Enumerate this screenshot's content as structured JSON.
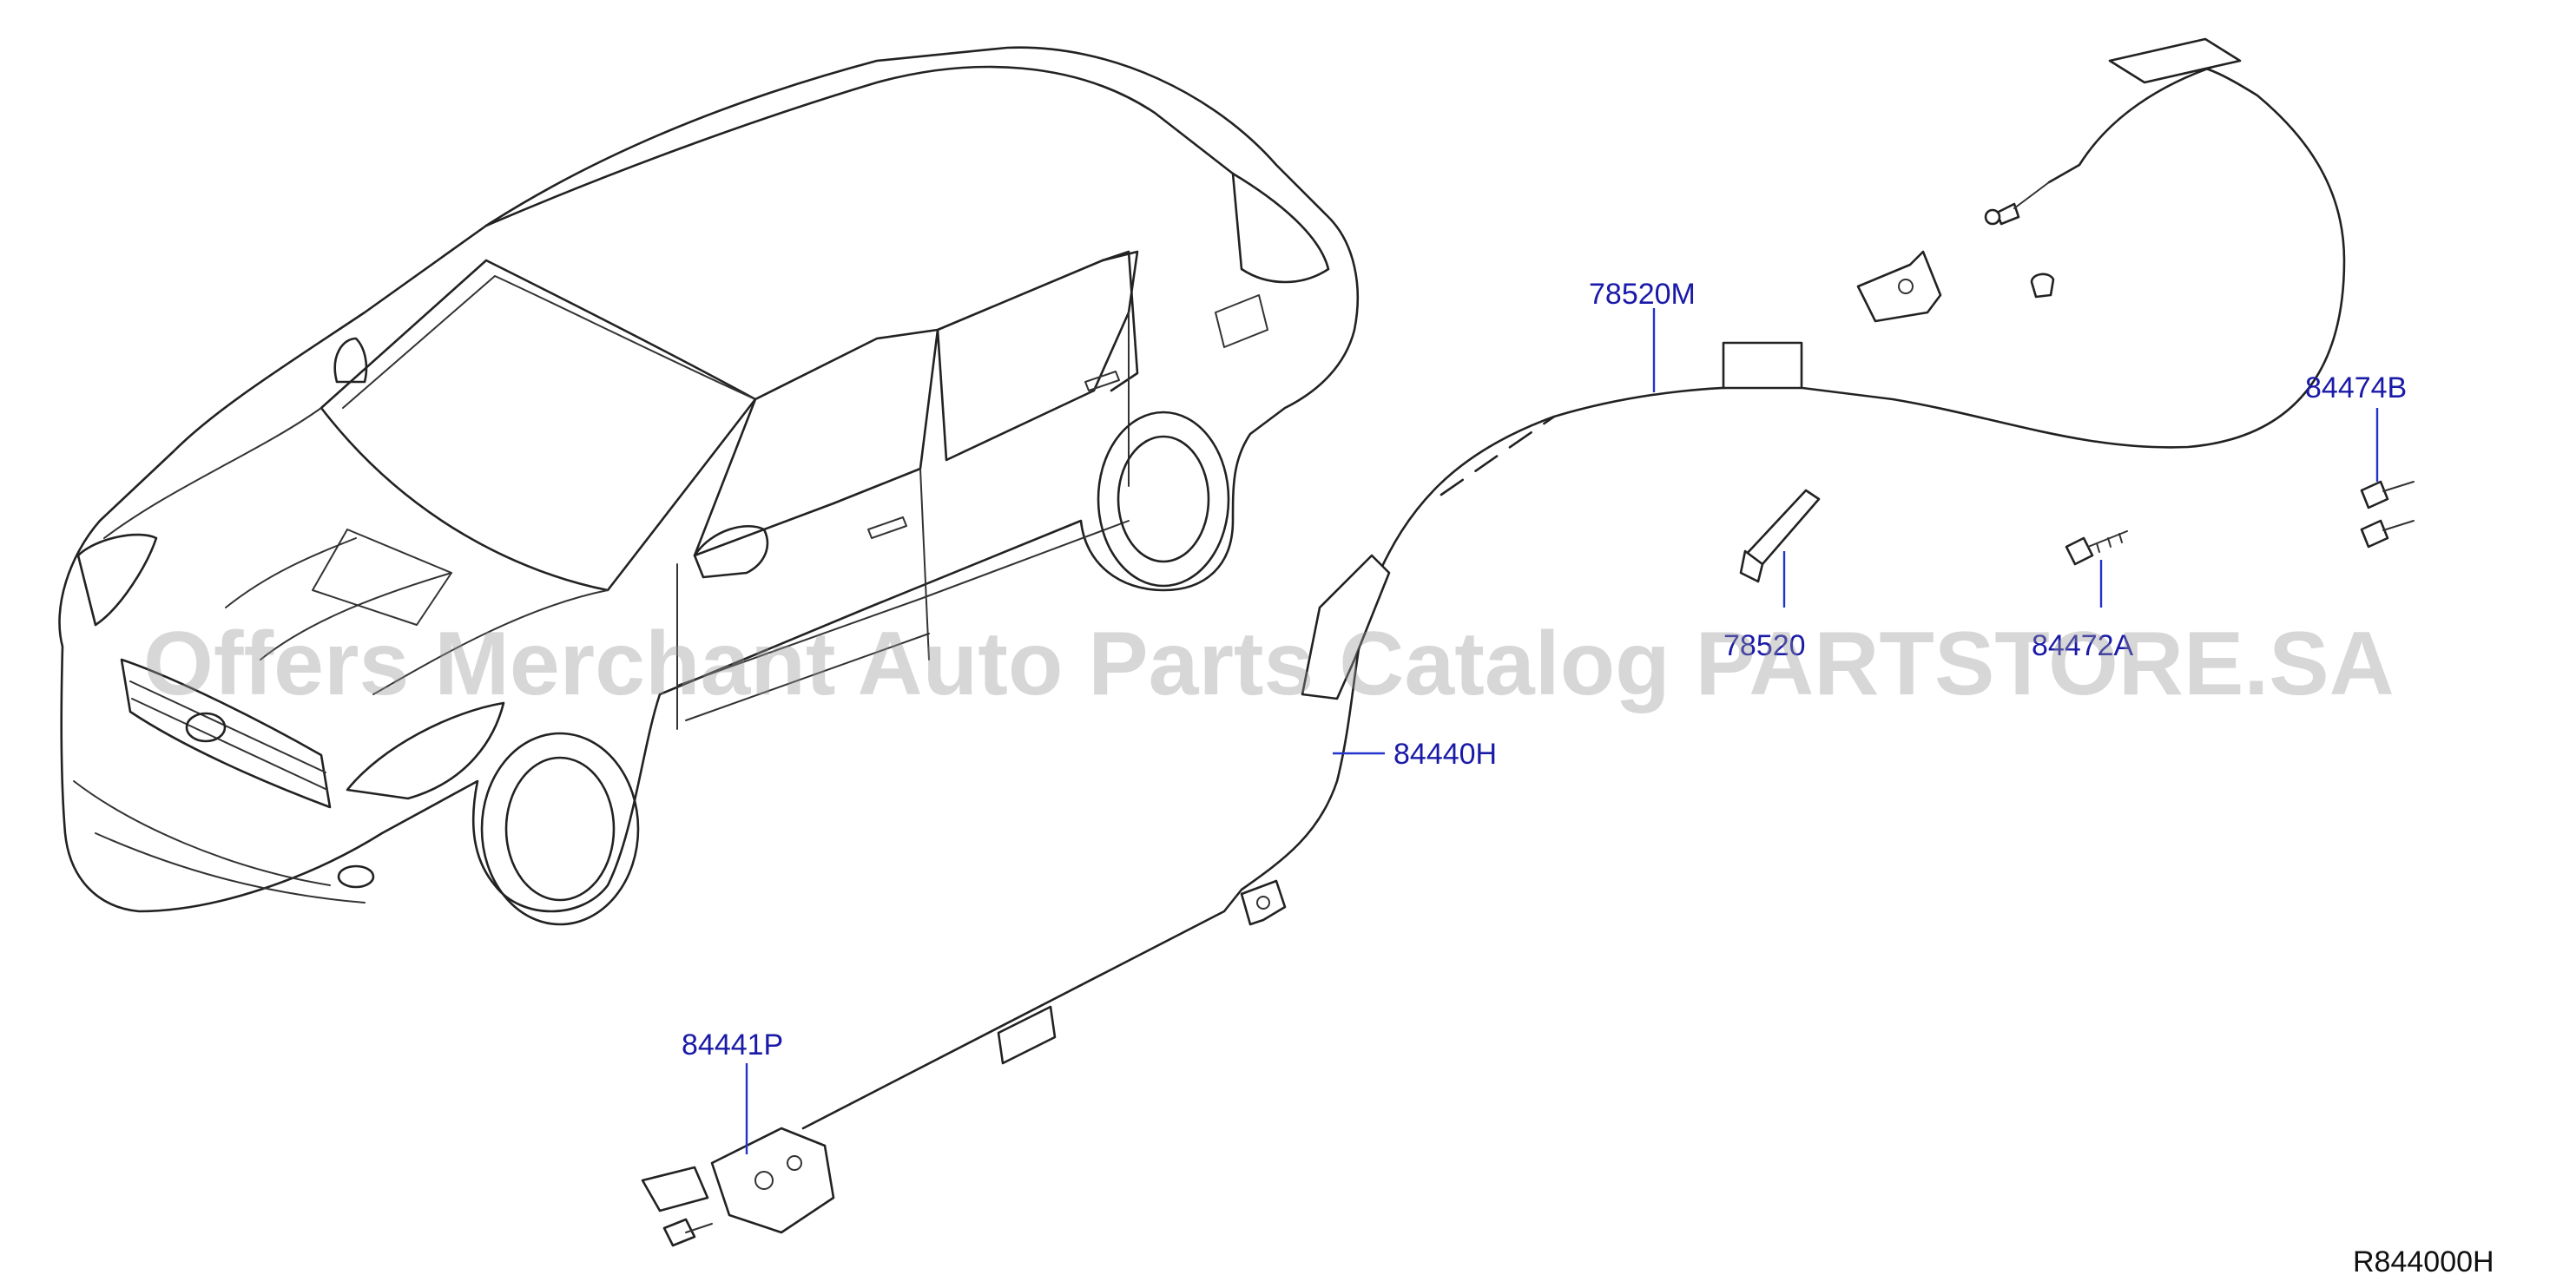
{
  "callouts": {
    "c78520M": "78520M",
    "c84474B": "84474B",
    "c78520": "78520",
    "c84472A": "84472A",
    "c84440H": "84440H",
    "c84441P": "84441P"
  },
  "reference_code": "R844000H",
  "watermark": "Offers Merchant Auto Parts Catalog PARTSTORE.SA",
  "colors": {
    "callout": "#1a1aa8",
    "leader": "#2233cc",
    "line": "#222222",
    "watermark": "#969696"
  }
}
